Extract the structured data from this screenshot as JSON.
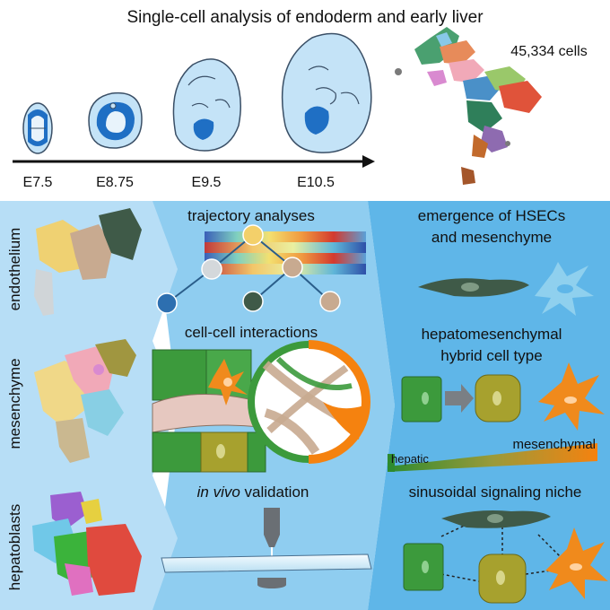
{
  "title": "Single-cell analysis of endoderm and early liver",
  "cell_count": "45,334 cells",
  "timeline": {
    "stages": [
      "E7.5",
      "E8.75",
      "E9.5",
      "E10.5"
    ]
  },
  "row_labels": [
    "endothelium",
    "mesenchyme",
    "hepatoblasts"
  ],
  "middle_panels": {
    "trajectory": "trajectory analyses",
    "interactions": "cell-cell interactions",
    "validation_italic": "in vivo",
    "validation_rest": " validation"
  },
  "right_panels": {
    "hsec_line1": "emergence of HSECs",
    "hsec_line2": "and mesenchyme",
    "hybrid_line1": "hepatomesenchymal",
    "hybrid_line2": "hybrid cell type",
    "gradient_left": "hepatic",
    "gradient_right": "mesenchymal",
    "niche": "sinusoidal signaling niche"
  },
  "colors": {
    "panel_light": "#b7def6",
    "panel_mid": "#8fcdf0",
    "panel_dark": "#5fb6e8",
    "embryo_fill": "#c4e3f7",
    "embryo_stroke": "#3a4f66",
    "endoderm_blue": "#1f6fc4",
    "hepatic_green": "#3c9a3c",
    "mesenchymal_orange": "#f08a1c",
    "hsec_dark": "#3f5a48",
    "hybrid_olive": "#a7a12e"
  },
  "icons": [
    "embryo-icon",
    "umap-icon",
    "heatmap-icon",
    "chord-diagram-icon",
    "microscope-icon",
    "cell-icon"
  ]
}
